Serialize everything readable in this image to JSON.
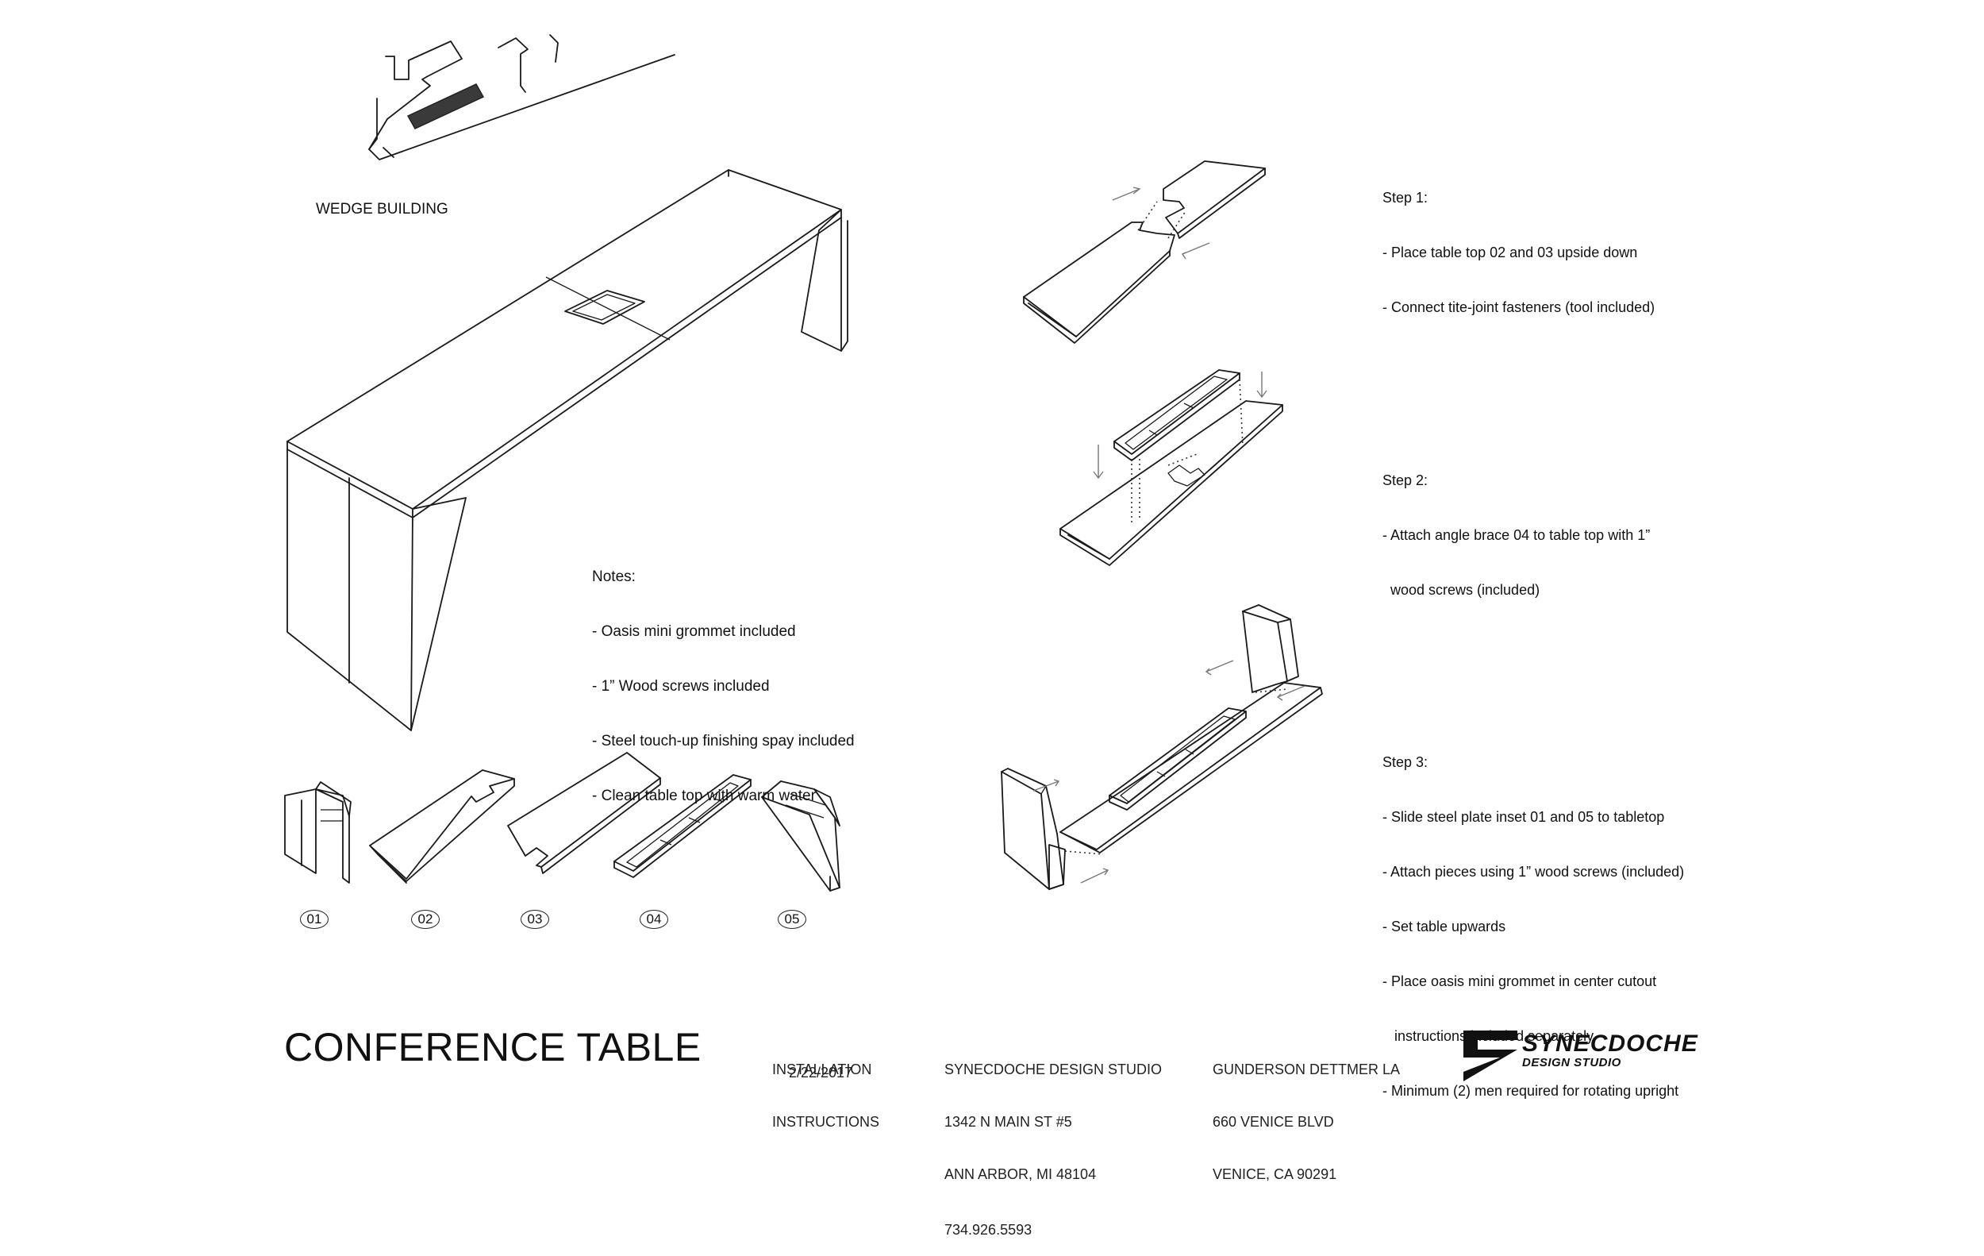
{
  "site_plan": {
    "label": "WEDGE BUILDING"
  },
  "notes": {
    "heading": "Notes:",
    "items": [
      "- Oasis mini grommet included",
      "- 1” Wood screws included",
      "- Steel touch-up finishing spay included",
      "- Clean table top with warm water"
    ]
  },
  "steps": [
    {
      "heading": "Step 1:",
      "lines": [
        "- Place table top 02 and 03 upside down",
        "- Connect tite-joint fasteners (tool included)"
      ]
    },
    {
      "heading": "Step 2:",
      "lines": [
        "- Attach angle brace 04 to table top with 1”",
        "  wood screws (included)"
      ]
    },
    {
      "heading": "Step 3:",
      "lines": [
        "- Slide steel plate inset 01 and 05 to tabletop",
        "- Attach pieces using 1” wood screws (included)",
        "- Set table upwards",
        "- Place oasis mini grommet in center cutout",
        "   instructions included separately",
        "- Minimum (2) men required for rotating upright"
      ]
    }
  ],
  "parts": [
    "01",
    "02",
    "03",
    "04",
    "05"
  ],
  "title_block": {
    "title": "CONFERENCE TABLE",
    "doc_type_line1": "INSTALLATION",
    "doc_type_line2": "INSTRUCTIONS",
    "date": "2/22/2017",
    "studio_name": "SYNECDOCHE DESIGN STUDIO",
    "studio_address1": "1342 N MAIN ST #5",
    "studio_address2": "ANN ARBOR, MI 48104",
    "studio_phone": "734.926.5593",
    "client_name": "GUNDERSON DETTMER LA",
    "client_address1": "660 VENICE BLVD",
    "client_address2": "VENICE, CA 90291",
    "logo_name": "SYNECDOCHE",
    "logo_sub": "DESIGN STUDIO"
  }
}
